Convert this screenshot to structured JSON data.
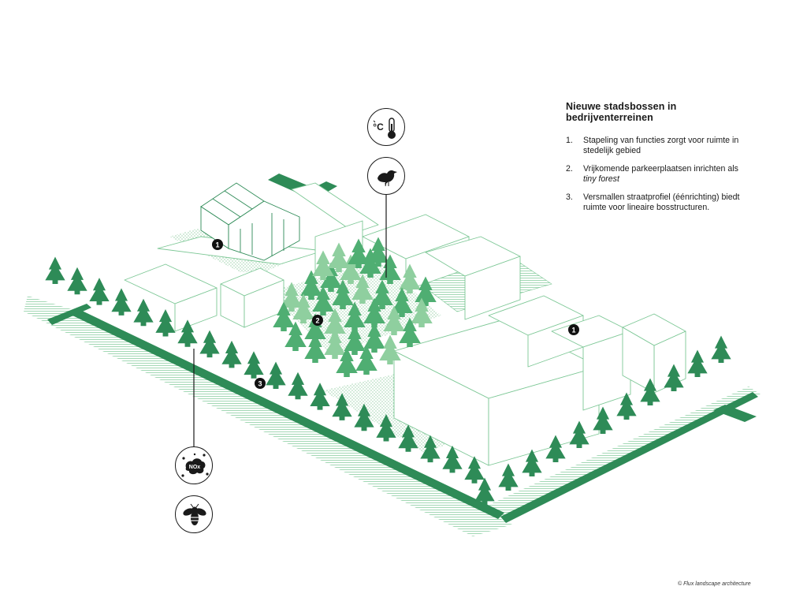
{
  "legend": {
    "title": "Nieuwe stadsbossen in bedrijventerreinen",
    "items": [
      {
        "num": "1.",
        "text": "Stapeling van functies zorgt voor ruimte in stedelijk gebied",
        "italic": ""
      },
      {
        "num": "2.",
        "text": "Vrijkomende parkeerplaatsen inrichten als",
        "italic": "tiny forest"
      },
      {
        "num": "3.",
        "text": "Versmallen straatprofiel (éénrichting) biedt ruimte voor lineaire bosstructuren.",
        "italic": ""
      }
    ]
  },
  "markers": [
    "1",
    "2",
    "3",
    "1"
  ],
  "icons": {
    "temperature": {
      "name": "thermometer-icon",
      "label": "°C"
    },
    "bird": {
      "name": "bird-icon"
    },
    "pollution": {
      "name": "nox-icon",
      "label": "NOx"
    },
    "bee": {
      "name": "bee-icon"
    }
  },
  "credit": "© Flux landscape architecture",
  "colors": {
    "green": "#2e8b57",
    "light_green": "#8fcf9f",
    "line": "#1a1a1a"
  }
}
